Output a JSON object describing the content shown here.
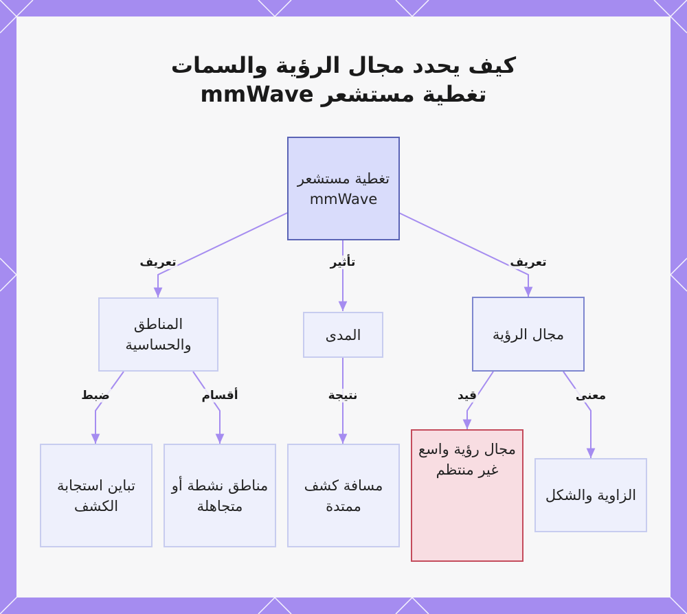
{
  "title": {
    "line1": "كيف يحدد مجال الرؤية والسمات",
    "line2": "تغطية مستشعر mmWave"
  },
  "nodes": {
    "root": "تغطية مستشعر mmWave",
    "zones": "المناطق والحساسية",
    "range": "المدى",
    "fov": "مجال الرؤية",
    "contrast": "تباين استجابة الكشف",
    "active_zones": "مناطق نشطة أو متجاهلة",
    "distance": "مسافة كشف ممتدة",
    "wide_fov": "مجال رؤية واسع غير منتظم",
    "angle": "الزاوية والشكل"
  },
  "edge_labels": {
    "root_zones": "تعريف",
    "root_range": "تأثير",
    "root_fov": "تعريف",
    "zones_contrast": "ضبط",
    "zones_active": "أقسام",
    "range_distance": "نتيجة",
    "fov_wide": "قيد",
    "fov_angle": "معنى"
  },
  "colors": {
    "frame": "#a58cf0",
    "background": "#f7f7f8",
    "edge": "#a58cf0",
    "root_fill": "#d9dcfb",
    "node_fill": "#eef0fc",
    "highlight_border": "#c44b5c",
    "highlight_fill": "#f8dde2"
  }
}
